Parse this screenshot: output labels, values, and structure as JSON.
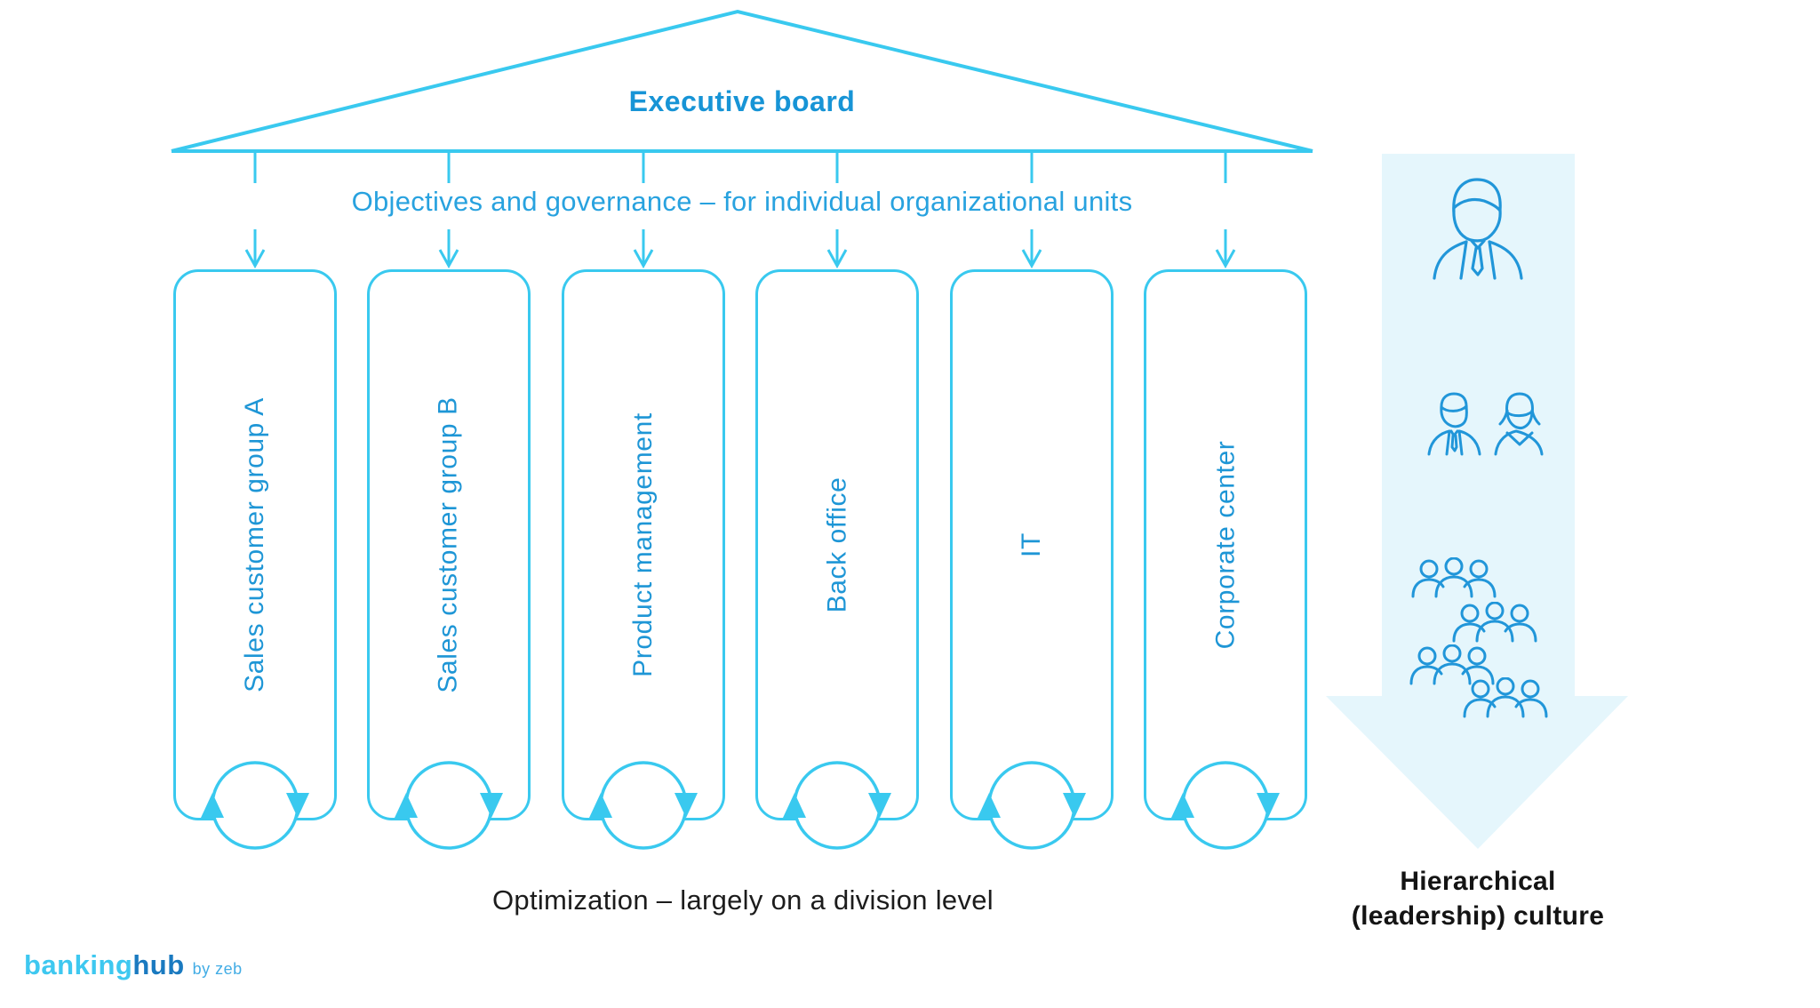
{
  "roof": {
    "title": "Executive board"
  },
  "governance": {
    "label": "Objectives and governance – for individual organizational units"
  },
  "pillars": {
    "items": [
      {
        "label": "Sales customer group A"
      },
      {
        "label": "Sales customer group B"
      },
      {
        "label": "Product management"
      },
      {
        "label": "Back office"
      },
      {
        "label": "IT"
      },
      {
        "label": "Corporate center"
      }
    ]
  },
  "captions": {
    "optimization": "Optimization – largely on a division level"
  },
  "right_panel": {
    "caption_line1": "Hierarchical",
    "caption_line2": "(leadership) culture",
    "icons": [
      "single-person-icon",
      "two-people-icon",
      "people-group-icon",
      "people-group-icon",
      "people-group-icon",
      "people-group-icon"
    ]
  },
  "logo": {
    "part1": "banking",
    "part2": "hub",
    "suffix": "by zeb"
  },
  "colors": {
    "cyan_stroke": "#39c9ef",
    "blue_text": "#1e96d6",
    "title_blue": "#1794d6",
    "governance_blue": "#28a2df",
    "icon_blue": "#2196d9",
    "band_fill": "#e5f6fc",
    "caption_black": "#1c1c1c",
    "logo_light": "#3ec8f0",
    "logo_dark": "#1a7ac0",
    "logo_suffix_blue": "#43ade5"
  }
}
